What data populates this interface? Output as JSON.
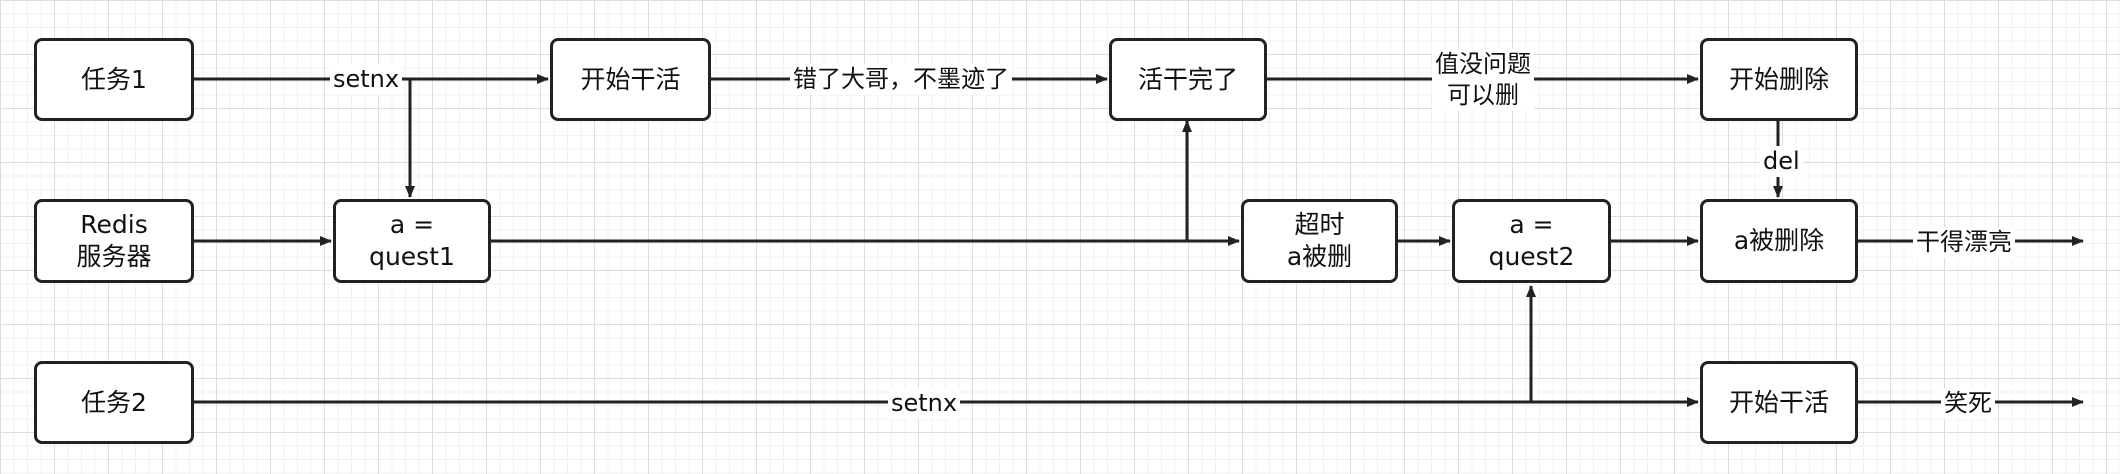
{
  "nodes": {
    "task1": "任务1",
    "redis": "Redis\n服务器",
    "task2": "任务2",
    "start_work_1": "开始干活",
    "a_quest1": "a =\nquest1",
    "work_done": "活干完了",
    "timeout_deleted": "超时\na被删",
    "a_quest2": "a =\nquest2",
    "start_delete": "开始删除",
    "a_deleted": "a被删除",
    "start_work_2": "开始干活"
  },
  "edges": {
    "setnx_1": "setnx",
    "wrong_brother": "错了大哥，不墨迹了",
    "ok_to_delete": "值没问题\n可以删",
    "del": "del",
    "nicely_done": "干得漂亮",
    "setnx_2": "setnx",
    "laugh_to_death": "笑死"
  },
  "colors": {
    "stroke": "#222222",
    "grid_major": "#dddddd",
    "grid_minor": "#f1f1f1"
  }
}
